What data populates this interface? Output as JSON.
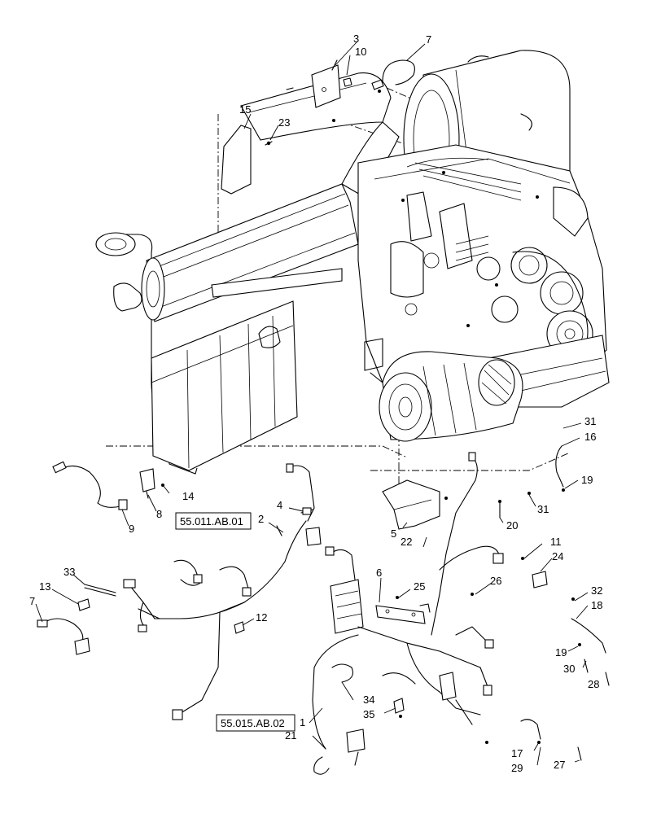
{
  "callouts": {
    "c1": "1",
    "c2": "2",
    "c3": "3",
    "c4": "4",
    "c5": "5",
    "c6": "6",
    "c7a": "7",
    "c7b": "7",
    "c8": "8",
    "c9": "9",
    "c10": "10",
    "c11": "11",
    "c12": "12",
    "c13": "13",
    "c14": "14",
    "c15": "15",
    "c16": "16",
    "c17": "17",
    "c18": "18",
    "c19a": "19",
    "c19b": "19",
    "c20": "20",
    "c21": "21",
    "c22": "22",
    "c23": "23",
    "c24": "24",
    "c25": "25",
    "c26": "26",
    "c27": "27",
    "c28": "28",
    "c29": "29",
    "c30": "30",
    "c31a": "31",
    "c31b": "31",
    "c32": "32",
    "c33": "33",
    "c34": "34",
    "c35": "35"
  },
  "references": {
    "ref_harness_2": "55.011.AB.01",
    "ref_harness_1": "55.015.AB.02"
  }
}
